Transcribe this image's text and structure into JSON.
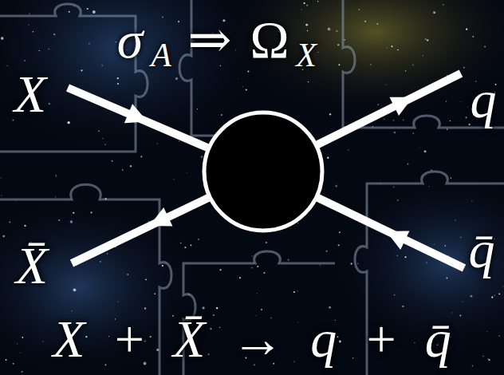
{
  "diagram": {
    "labels": [
      "σ",
      "A",
      "⇒",
      "Ω",
      "X",
      "X",
      "X̄",
      "q",
      "q̄",
      "X + X̄ → q + q̄"
    ]
  }
}
